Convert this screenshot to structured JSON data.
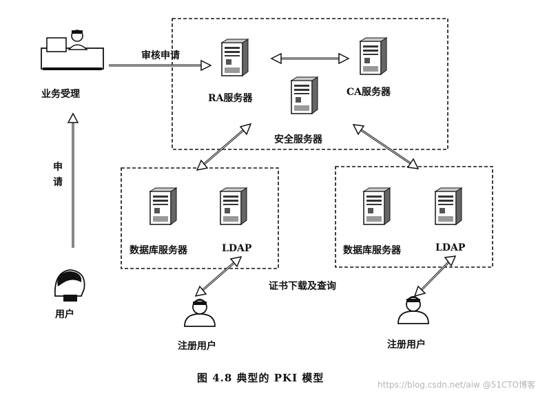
{
  "labels": {
    "business_acceptance": "业务受理",
    "review_request": "审核申请",
    "ra_server": "RA服务器",
    "ca_server": "CA服务器",
    "security_server": "安全服务器",
    "apply": "申请",
    "user": "用户",
    "db_server_left": "数据库服务器",
    "ldap_left": "LDAP",
    "db_server_right": "数据库服务器",
    "ldap_right": "LDAP",
    "cert_download_query": "证书下载及查询",
    "registered_user_left": "注册用户",
    "registered_user_right": "注册用户"
  },
  "caption": "图 4.8   典型的 PKI 模型",
  "watermark": "https://blog.csdn.net/aiw @51CTO博客",
  "icons": [
    "desk-clerk-icon",
    "server-icon",
    "user-head-icon",
    "registered-user-icon"
  ]
}
